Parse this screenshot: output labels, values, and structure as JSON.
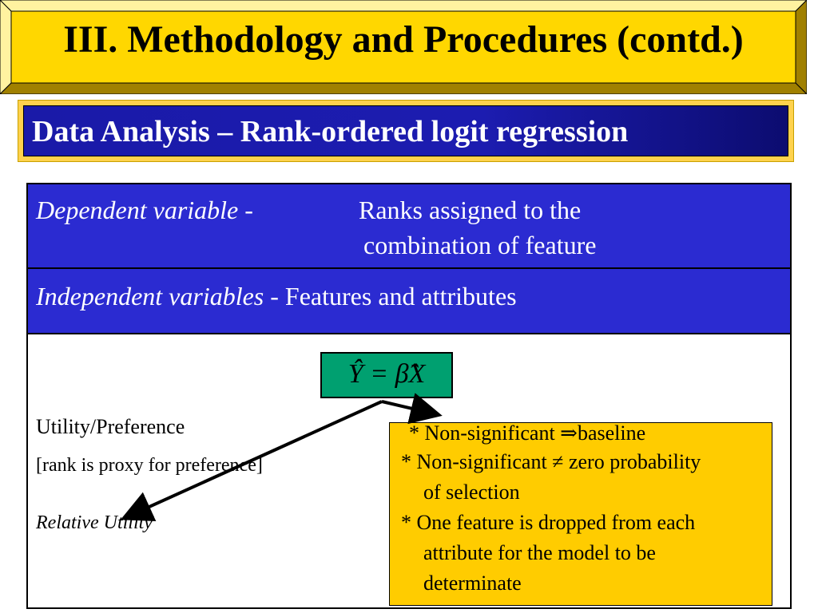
{
  "title": "III. Methodology and Procedures (contd.)",
  "subtitle": "Data Analysis – Rank-ordered logit regression",
  "dependent": {
    "label": "Dependent variable",
    "separator": " -",
    "value_line1": "Ranks assigned to the",
    "value_line2": "combination of feature"
  },
  "independent": {
    "label": "Independent variables",
    "value": " - Features and attributes"
  },
  "formula": "Ŷ = β̂X",
  "left_text": {
    "line1": "Utility/Preference",
    "line2": "[rank is proxy for preference]",
    "line3": "Relative Utility"
  },
  "notes": {
    "n1": "* Non-significant ⇒baseline",
    "n2a": "* Non-significant ≠ zero probability",
    "n2b": "of selection",
    "n3a": "* One feature is dropped from each",
    "n3b": "attribute for the model to be",
    "n3c": "determinate"
  },
  "colors": {
    "title_plate": "#ffd700",
    "subtitle_bg": "#1c1cb0",
    "row_bg": "#2b2bd1",
    "formula_bg": "#00a070",
    "notes_bg": "#ffcc00"
  }
}
